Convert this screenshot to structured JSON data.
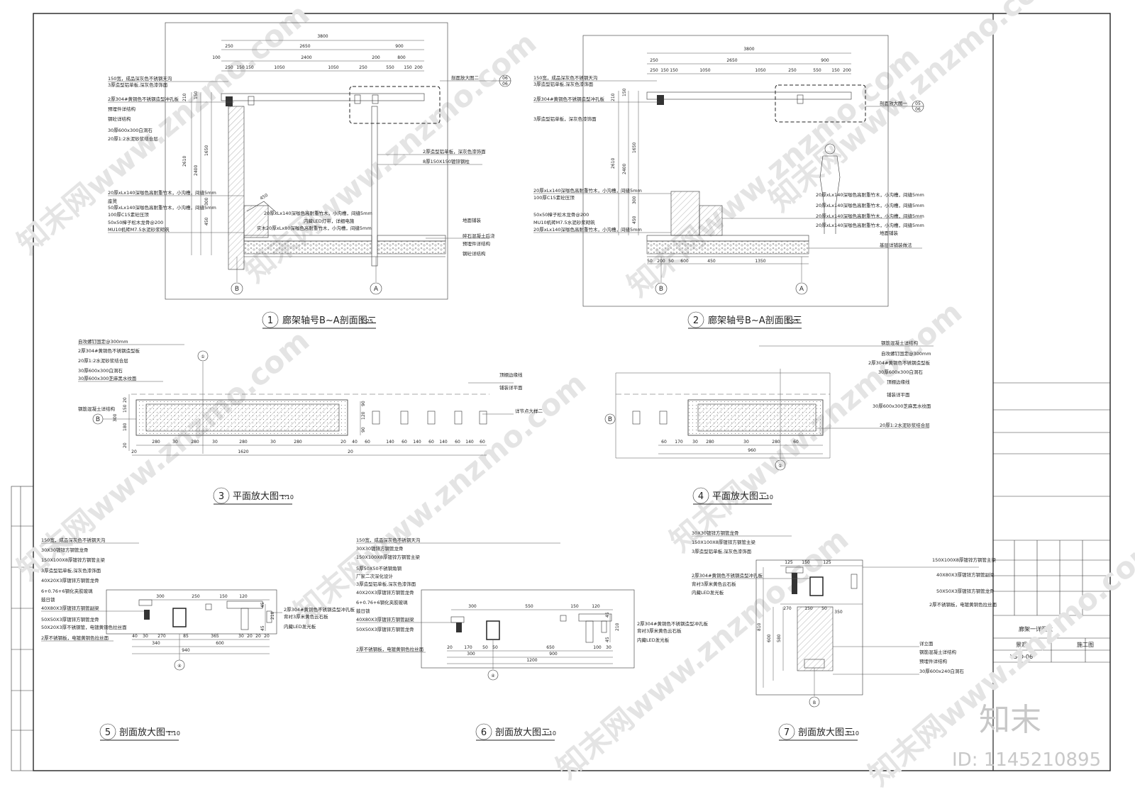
{
  "title_block": {
    "drawing_name": "廊架一详图六",
    "discipline": "景观",
    "stage": "施工图",
    "drawing_no": "YS-D-06"
  },
  "brand": {
    "logo": "知末",
    "id": "ID: 1145210895",
    "watermark": "知末网www.znzmo.com"
  },
  "views": [
    {
      "num": "1",
      "title": "廊架轴号B~A剖面图二",
      "scale": "1:25"
    },
    {
      "num": "2",
      "title": "廊架轴号B~A剖面图三",
      "scale": "1:25"
    },
    {
      "num": "3",
      "title": "平面放大图一",
      "scale": "1:10"
    },
    {
      "num": "4",
      "title": "平面放大图二",
      "scale": "1:10"
    },
    {
      "num": "5",
      "title": "剖面放大图一",
      "scale": "1:10"
    },
    {
      "num": "6",
      "title": "剖面放大图二",
      "scale": "1:10"
    },
    {
      "num": "7",
      "title": "剖面放大图三",
      "scale": "1:10"
    }
  ],
  "axes": {
    "a": "A",
    "b": "B",
    "one": "①",
    "four": "④"
  },
  "v1": {
    "dims_top": [
      "3800",
      "250",
      "2650",
      "900",
      "100",
      "2400",
      "200",
      "800",
      "250",
      "150",
      "150",
      "1050",
      "1050",
      "250",
      "550",
      "150",
      "200"
    ],
    "dims_left": [
      "210",
      "150",
      "1650",
      "2610",
      "2400",
      "300",
      "450"
    ],
    "labels_left": [
      "150宽，成品深灰色不锈钢天沟",
      "3厚造型铝单板,深灰色漆饰面",
      "2厚304#黄铜色不锈钢造型冲孔板",
      "预埋件详结构",
      "钢砼详结构",
      "30厚600x300白洞石",
      "20厚1:2水泥砂浆结合层",
      "20厚xLx140深咖色高耐重竹木，小沟槽，间缝5mm",
      "座凳",
      "50厚xLx140深咖色高耐重竹木，小沟槽，间缝5mm",
      "100厚C15素砼压顶",
      "50x50樟子松木龙骨@200",
      "MU10机砖M7.5水泥砂浆砌筑"
    ],
    "labels_mid": [
      "20厚xLx140深咖色高耐重竹木，小沟槽，间缝5mm",
      "内藏LED灯带，详细电施",
      "实木20厚xLx80深咖色高耐重竹木，小沟槽，间缝5mm"
    ],
    "labels_right": [
      "剖面放大图二",
      "2厚造型铝单板，深灰色漆饰面",
      "8厚150X150镀锌钢柱",
      "地面铺装",
      "碎石混凝土后浇",
      "预埋件详结构",
      "钢砼详结构"
    ],
    "bubble": [
      "06",
      "06"
    ],
    "angle": "450"
  },
  "v2": {
    "dims_top": [
      "3800",
      "250",
      "2650",
      "900",
      "250",
      "150",
      "150",
      "1050",
      "1050",
      "250",
      "550",
      "150",
      "200"
    ],
    "dims_left": [
      "210",
      "150",
      "1650",
      "2610",
      "2400",
      "300",
      "450"
    ],
    "dims_bottom": [
      "50",
      "200",
      "50",
      "600",
      "450",
      "1350"
    ],
    "labels_left": [
      "150宽，成品深灰色不锈钢天沟",
      "3厚造型铝单板,深灰色漆饰面",
      "2厚304#黄铜色不锈钢造型冲孔板",
      "3厚造型铝单板，深灰色漆饰面",
      "20厚xLx140深咖色高耐重竹木，小沟槽，间缝5mm",
      "100厚C15素砼压顶",
      "50x50樟子松木龙骨@200",
      "MU10机砖M7.5水泥砂浆砌筑",
      "20厚xLx140深咖色高耐重竹木，小沟槽，间缝5mm"
    ],
    "labels_right": [
      "剖面放大图一",
      "20厚xLx140深咖色高耐重竹木，小沟槽，间缝5mm",
      "20厚xLx140深咖色高耐重竹木，小沟槽，间缝5mm",
      "20厚xLx140深咖色高耐重竹木，小沟槽，间缝5mm",
      "20厚xLx140深咖色高耐重竹木，小沟槽，间缝5mm",
      "地面铺装",
      "基层详铺装做法"
    ],
    "bubble": [
      "05",
      "06"
    ]
  },
  "v3": {
    "labels_left": [
      "自攻螺钉固定@300mm",
      "2厚304#黄铜色不锈钢造型板",
      "20厚1:2水泥砂浆结合层",
      "30厚600x300白洞石",
      "30厚600x300芝麻黑水纹面",
      "钢筋混凝土详结构"
    ],
    "labels_right": [
      "顶棚边缘线",
      "铺装详平面",
      "详节点大样二"
    ],
    "dims_bottom": [
      "280",
      "30",
      "280",
      "30",
      "280",
      "30",
      "280",
      "20",
      "40",
      "60",
      "140",
      "60",
      "140",
      "60",
      "140",
      "60",
      "140",
      "60"
    ],
    "dims_total": [
      "20",
      "1620",
      "20"
    ],
    "dims_left": [
      "20",
      "150",
      "300",
      "180",
      "20"
    ],
    "dims_right": [
      "90",
      "120",
      "90"
    ]
  },
  "v4": {
    "labels_right": [
      "钢筋混凝土详结构",
      "自攻螺钉固定@300mm",
      "2厚304#黄铜色不锈钢造型板",
      "30厚600x300白洞石",
      "顶棚边缘线",
      "铺装详平面",
      "30厚600x300芝麻黑水纹面",
      "20厚1:2水泥砂浆结合层"
    ],
    "dims_bottom": [
      "60",
      "170",
      "30",
      "280",
      "30",
      "280",
      "60"
    ],
    "dims_total": "960"
  },
  "v5": {
    "labels": [
      "150宽，成品深灰色不锈钢天沟",
      "30X30镀锌方钢管龙骨",
      "150X100X8厚镀锌方钢管主梁",
      "3厚造型铝单板,深灰色漆饰面",
      "40X20X3厚镀锌方钢管龙骨",
      "6+0.76+6钢化夹胶玻璃",
      "鼓日锁",
      "40X80X3厚镀锌方钢管副梁",
      "50X50X3厚镀锌方钢管龙骨",
      "50X20X3厚不锈钢管，电镀黄铜色拉丝面",
      "2厚不锈钢板，电镀黄铜色拉丝面"
    ],
    "labels_right": [
      "2厚304#黄铜色不锈钢造型冲孔板",
      "背衬3厚米黄色云石板",
      "内藏LED发光板"
    ],
    "dims_top": [
      "300",
      "250",
      "150",
      "120"
    ],
    "dims_bottom": [
      "40",
      "30",
      "270",
      "85",
      "365",
      "30",
      "20",
      "20",
      "20",
      "340",
      "600",
      "940"
    ],
    "dims_right": [
      "45",
      "210",
      "45"
    ]
  },
  "v6": {
    "labels": [
      "150宽，成品深灰色不锈钢天沟",
      "30X30镀锌方钢管龙骨",
      "150X100X8厚镀锌方钢管主梁",
      "5厚50X50不锈钢角钢",
      "厂家二次深化设计",
      "3厚造型铝单板,深灰色漆饰面",
      "40X20X3厚镀锌方钢管龙骨",
      "6+0.76+6钢化夹胶玻璃",
      "鼓日锁",
      "40X80X3厚镀锌方钢管副梁",
      "50X50X3厚镀锌方钢管龙骨",
      "2厚不锈钢板，电镀黄铜色拉丝面"
    ],
    "labels_right": [
      "2厚304#黄铜色不锈钢造型冲孔板",
      "背衬3厚米黄色云石板",
      "内藏LED发光板"
    ],
    "dims_top": [
      "300",
      "550",
      "150",
      "120"
    ],
    "dims_bottom": [
      "20",
      "170",
      "50",
      "50",
      "650",
      "100",
      "30",
      "300",
      "900",
      "1200"
    ],
    "dims_right": [
      "45",
      "210",
      "45"
    ]
  },
  "v7": {
    "labels_left": [
      "30X30镀锌方钢管龙骨",
      "150X100X8厚镀锌方钢管主梁",
      "3厚造型铝单板,深灰色漆饰面",
      "2厚304#黄铜色不锈钢造型冲孔板",
      "背衬3厚米黄色云石板",
      "内藏LED发光板"
    ],
    "labels_right": [
      "150X100X8厚镀锌方钢管主梁",
      "40X80X3厚镀锌方钢管副梁",
      "50X50X3厚镀锌方钢管龙骨",
      "2厚不锈钢板，电镀黄铜色拉丝面",
      "详立面",
      "钢筋混凝土详结构",
      "预埋件详结构",
      "30厚600x240白洞石"
    ],
    "dims_top": [
      "125",
      "150",
      "125",
      "270",
      "150",
      "50",
      "350"
    ],
    "dims_left": [
      "810",
      "600",
      "580"
    ]
  }
}
